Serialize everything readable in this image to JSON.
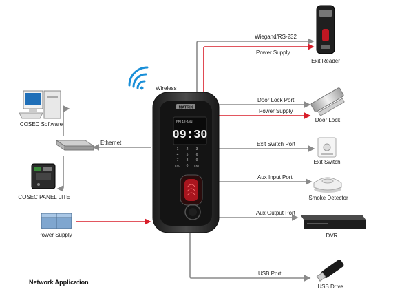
{
  "device": {
    "brand": "MATRIX",
    "clock": "09:30",
    "date": "FRI 12-JAN"
  },
  "labels": {
    "wireless": "Wireless",
    "ethernet": "Ethernet",
    "cosec_software": "COSEC Software",
    "cosec_panel_lite": "COSEC PANEL LITE",
    "power_supply_left": "Power Supply",
    "wiegand": "Wiegand/RS-232",
    "power_supply_reader": "Power Supply",
    "exit_reader": "Exit Reader",
    "door_lock_port": "Door Lock Port",
    "power_supply_lock": "Power Supply",
    "door_lock": "Door Lock",
    "exit_switch_port": "Exit Switch Port",
    "exit_switch": "Exit Switch",
    "aux_input_port": "Aux Input Port",
    "smoke_detector": "Smoke Detector",
    "aux_output_port": "Aux Output Port",
    "dvr": "DVR",
    "usb_port": "USB Port",
    "usb_drive": "USB Drive",
    "caption": "Network Application"
  },
  "keypad": [
    "1",
    "2",
    "3",
    "4",
    "5",
    "6",
    "7",
    "8",
    "9",
    "ESC",
    "0",
    "ENT"
  ],
  "colors": {
    "signal": "#8a8a8a",
    "power": "#d81e2a",
    "wifi": "#1a8fd8",
    "device": "#2a2a2a"
  }
}
